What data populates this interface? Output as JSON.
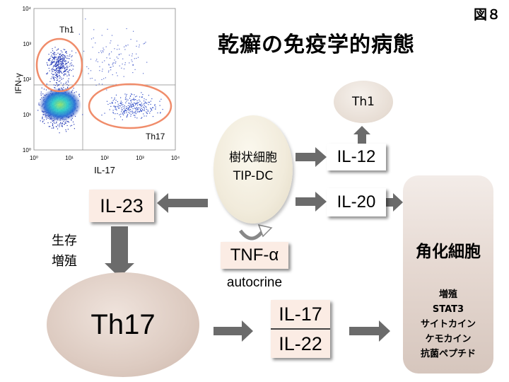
{
  "figure_tag": "図８",
  "title": "乾癬の免疫学的病態",
  "flow_plot": {
    "y_label": "IFN-γ",
    "x_label": "IL-17",
    "x_ticks": [
      "10⁰",
      "10¹",
      "10²",
      "10³",
      "10⁴"
    ],
    "y_ticks": [
      "10⁰",
      "10¹",
      "10²",
      "10³",
      "10⁴"
    ],
    "gate_th1": "Th1",
    "gate_th17": "Th17",
    "gate_color": "#f08c6a"
  },
  "dendritic_cell": {
    "line1": "樹状細胞",
    "line2": "TIP-DC"
  },
  "th1_cell": "Th1",
  "il12": "IL-12",
  "il20": "IL-20",
  "il23": "IL-23",
  "tnf": "TNF-α",
  "autocrine": "autocrine",
  "survival": {
    "line1": "生存",
    "line2": "増殖"
  },
  "th17_cell": "Th17",
  "il17": "IL-17",
  "il22": "IL-22",
  "keratinocyte": {
    "title": "角化細胞",
    "items": [
      "増殖",
      "STAT3",
      "サイトカイン",
      "ケモカイン",
      "抗菌ペプチド"
    ]
  },
  "colors": {
    "arrow": "#6b6b6b",
    "oval_border": "#f08c6a"
  }
}
